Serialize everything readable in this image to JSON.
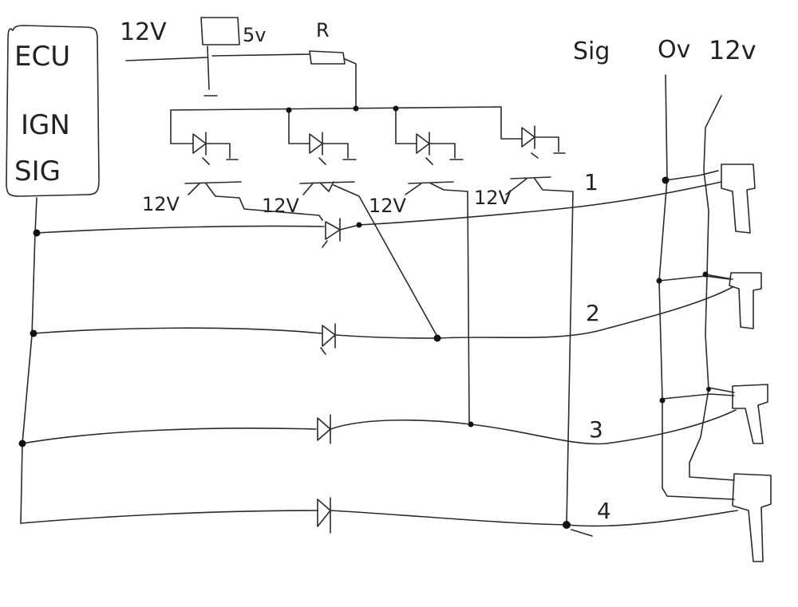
{
  "diagram": {
    "ecu": {
      "line1": "ECU",
      "line2": "IGN",
      "line3": "SIG"
    },
    "supply": {
      "v12": "12V",
      "v5": "5v",
      "r": "R"
    },
    "rails": {
      "sig": "Sig",
      "ov": "Ov",
      "v12": "12v"
    },
    "transistor_supply": [
      "12V",
      "12V",
      "12V",
      "12V"
    ],
    "channels": [
      "1",
      "2",
      "3",
      "4"
    ]
  }
}
